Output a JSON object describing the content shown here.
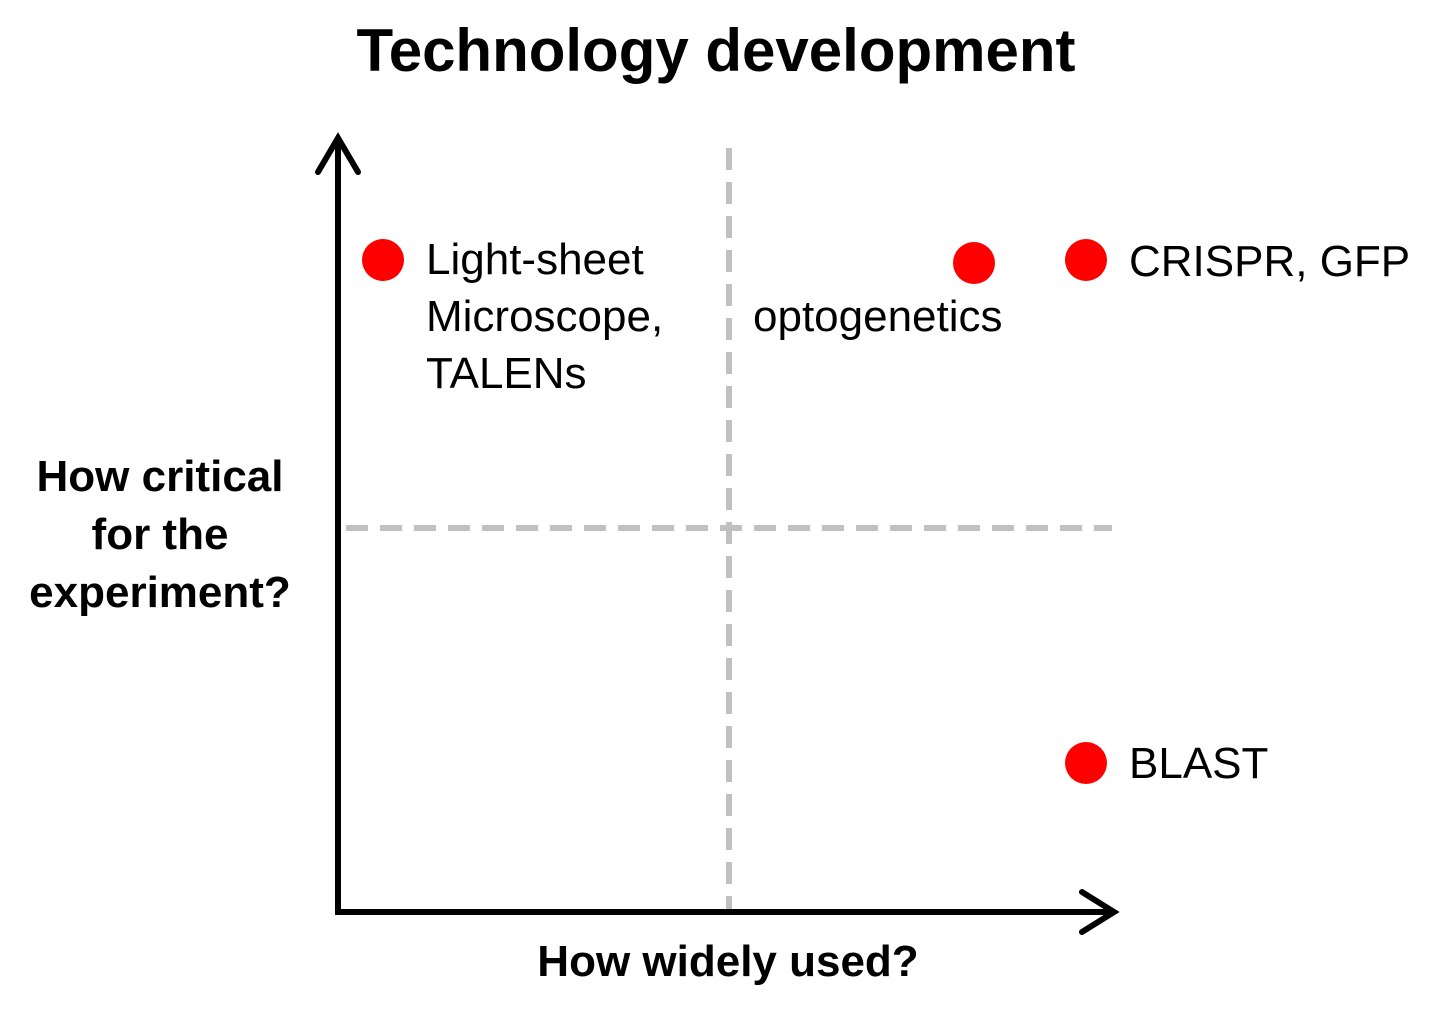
{
  "title": "Technology development",
  "y_axis_label": [
    "How critical",
    "for the",
    "experiment?"
  ],
  "x_axis_label": "How widely used?",
  "colors": {
    "point": "#ff0000",
    "axis": "#000000",
    "divider": "#c0c0c0"
  },
  "points": [
    {
      "name": "light-sheet",
      "label": [
        "Light-sheet",
        "Microscope,",
        "TALENs"
      ]
    },
    {
      "name": "optogenetics",
      "label": [
        "optogenetics"
      ]
    },
    {
      "name": "crispr-gfp",
      "label": [
        "CRISPR, GFP"
      ]
    },
    {
      "name": "blast",
      "label": [
        "BLAST"
      ]
    }
  ]
}
